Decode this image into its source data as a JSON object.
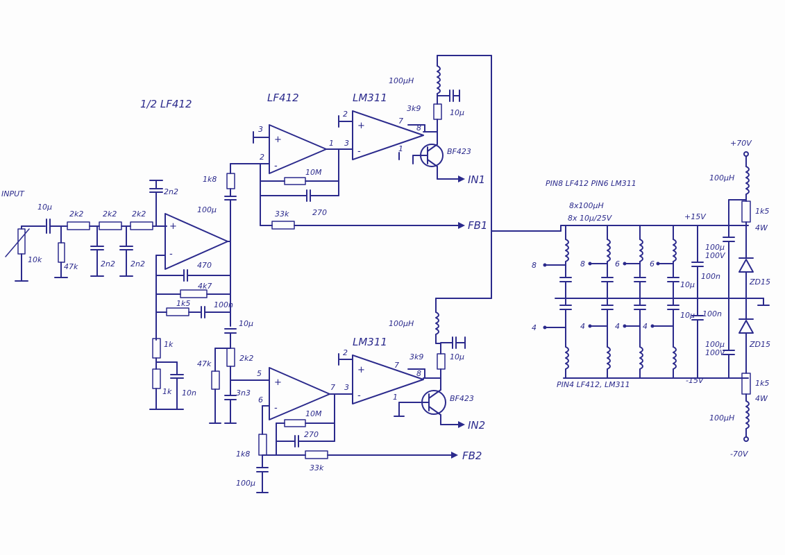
{
  "labels": {
    "half_lf412": "1/2 LF412",
    "lf412_top": "LF412",
    "lm311_top": "LM311",
    "lm311_bot": "LM311",
    "input": "INPUT",
    "in_10k": "10k",
    "cap_in": "10µ",
    "r_47k_in": "47k",
    "r_2k2_a": "2k2",
    "r_2k2_b": "2k2",
    "r_2k2_c": "2k2",
    "c_2n2_a": "2n2",
    "c_2n2_b": "2n2",
    "c_2n2_top": "2n2",
    "c_470": "470",
    "r_4k7": "4k7",
    "r_1k5": "1k5",
    "c_100n": "100n",
    "r_1k_a": "1k",
    "r_1k_b": "1k",
    "c_10n": "10n",
    "c_10u_mid": "10µ",
    "r_47k_b": "47k",
    "r_2k2_d": "2k2",
    "c_3n3": "3n3",
    "r_1k8_top": "1k8",
    "c_100u_top": "100µ",
    "r_10m_top": "10M",
    "c_270_top": "270",
    "r_33k_top": "33k",
    "fb1": "FB1",
    "r_1k8_bot": "1k8",
    "c_100u_bot": "100µ",
    "r_10m_bot": "10M",
    "c_270_bot": "270",
    "r_33k_bot": "33k",
    "fb2": "FB2",
    "l_100uh_top": "100µH",
    "c_10u_top": "10µ",
    "r_3k9_top": "3k9",
    "q_top": "BF423",
    "in1": "IN1",
    "l_100uh_bot": "100µH",
    "c_10u_bot": "10µ",
    "r_3k9_bot": "3k9",
    "q_bot": "BF423",
    "in2": "IN2",
    "pin_top_note": "PIN8 LF412 PIN6 LM311",
    "bank_l": "8x100µH",
    "bank_c": "8x 10µ/25V",
    "plus15": "+15V",
    "minus15": "-15V",
    "pin_bot_note": "PIN4 LF412, LM311",
    "plus70": "+70V",
    "minus70": "-70V",
    "l_100uh_pos": "100µH",
    "l_100uh_neg": "100µH",
    "r_1k5_4w_top": "1k5",
    "r_1k5_4w_top_w": "4W",
    "r_1k5_4w_bot": "1k5",
    "r_1k5_4w_bot_w": "4W",
    "zd_top": "ZD15",
    "zd_bot": "ZD15",
    "c_100u_100v_a": "100µ",
    "c_100u_100v_a2": "100V",
    "c_100u_100v_b": "100µ",
    "c_100u_100v_b2": "100V",
    "c_10u_rail": "10µ",
    "c_100n_rail": "100n",
    "c_10u_rail2": "10µ",
    "c_100n_rail2": "100n",
    "pin8_a": "8",
    "pin8_b": "8",
    "pin6_a": "6",
    "pin6_b": "6",
    "pin4_a": "4",
    "pin4_b": "4",
    "pin4_c": "4",
    "pin4_d": "4",
    "op_pin3": "3",
    "op_pin2": "2",
    "op_pin1": "1",
    "cmp_pin2": "2",
    "cmp_pin3": "3",
    "cmp_pin7": "7",
    "cmp_pin8": "8",
    "cmp_pin1": "1",
    "op2_pin5": "5",
    "op2_pin6": "6",
    "op2_pin7": "7",
    "cmp2_pin2": "2",
    "cmp2_pin3": "3",
    "cmp2_pin7": "7",
    "cmp2_pin8": "8",
    "cmp2_pin1": "1"
  }
}
